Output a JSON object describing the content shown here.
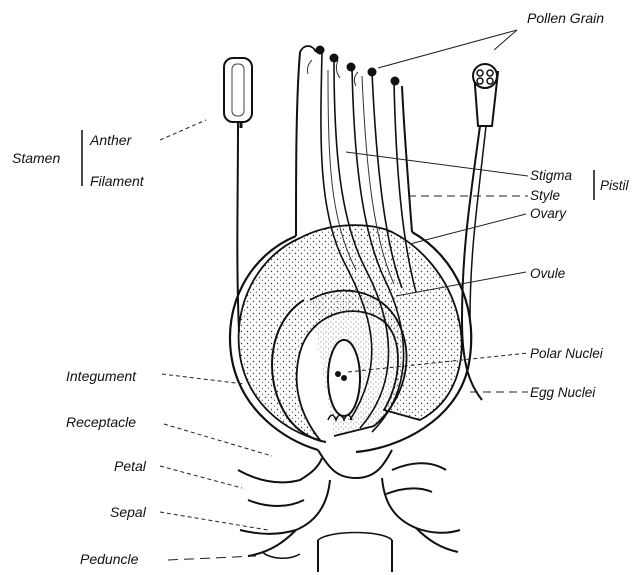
{
  "diagram": {
    "labels": {
      "pollen_grain": "Pollen Grain",
      "stamen": "Stamen",
      "anther": "Anther",
      "filament": "Filament",
      "stigma": "Stigma",
      "style": "Style",
      "pistil": "Pistil",
      "ovary": "Ovary",
      "ovule": "Ovule",
      "polar_nuclei": "Polar Nuclei",
      "egg_nuclei": "Egg Nuclei",
      "integument": "Integument",
      "receptacle": "Receptacle",
      "petal": "Petal",
      "sepal": "Sepal",
      "peduncle": "Peduncle"
    }
  }
}
